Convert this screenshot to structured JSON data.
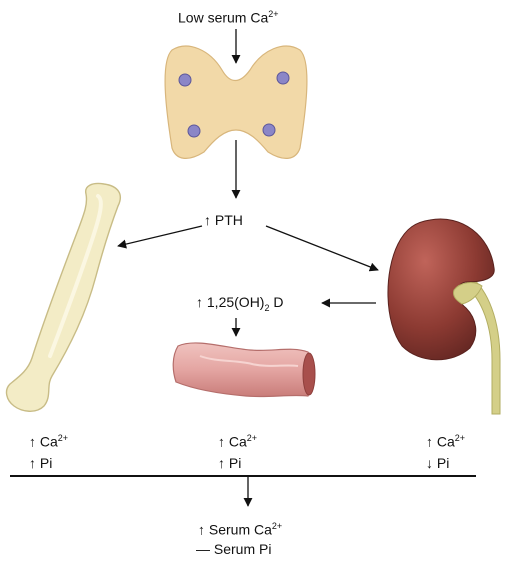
{
  "top_label": {
    "text": "Low serum Ca",
    "sup": "2+"
  },
  "pth": {
    "arrow": "↑",
    "text": "PTH"
  },
  "vitd": {
    "arrow": "↑",
    "text_a": "1,25(OH)",
    "sub": "2",
    "text_b": " D"
  },
  "columns": [
    {
      "ca_arrow": "↑",
      "ca_text": "Ca",
      "ca_sup": "2+",
      "pi_arrow": "↑",
      "pi_text": "Pi"
    },
    {
      "ca_arrow": "↑",
      "ca_text": "Ca",
      "ca_sup": "2+",
      "pi_arrow": "↑",
      "pi_text": "Pi"
    },
    {
      "ca_arrow": "↑",
      "ca_text": "Ca",
      "ca_sup": "2+",
      "pi_arrow": "↓",
      "pi_text": "Pi"
    }
  ],
  "result_ca": {
    "arrow": "↑",
    "text": "Serum Ca",
    "sup": "2+"
  },
  "result_pi": {
    "arrow": "—",
    "text": "Serum Pi"
  },
  "colors": {
    "gland": "#f2d9a8",
    "parathyroid": "#8b86c7",
    "bone": "#f3ecc6",
    "intestine": "#e4a5a2",
    "kidney": "#8c3a32",
    "ureter": "#d4cf88",
    "line": "#111111"
  }
}
